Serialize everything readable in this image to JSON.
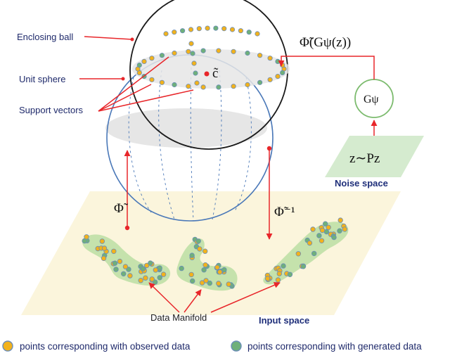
{
  "labels": {
    "enclosing_ball": "Enclosing ball",
    "unit_sphere": "Unit sphere",
    "support_vectors": "Support vectors",
    "noise_space": "Noise space",
    "input_space": "Input space",
    "data_manifold": "Data Manifold"
  },
  "math": {
    "center": "c̃",
    "generator": "Gψ",
    "phi_of_g": "Φ̃(Gψ(z))",
    "noise": "z∼Pz",
    "phi": "Φ̃",
    "phi_inverse": "Φ̃⁻¹"
  },
  "legend": {
    "observed": "points corresponding with observed data",
    "generated": "points corresponding with generated data"
  },
  "colors": {
    "observed": "#f2b21c",
    "generated": "#6fb07a",
    "arrow": "#e8262a",
    "sphere": "#4a78b8",
    "ball": "#1a1a1a",
    "input_plane": "#fbf5dc",
    "noise_plane": "#d5ebcf",
    "manifold": "#bfe0a6"
  }
}
